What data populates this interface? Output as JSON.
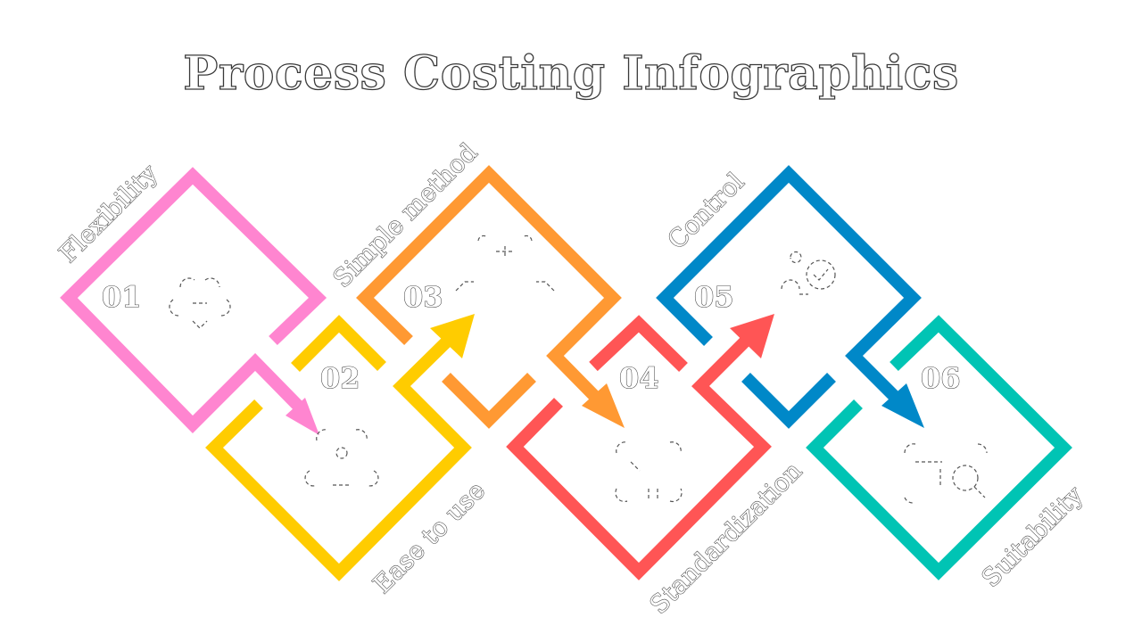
{
  "title": "Process Costing Infographics",
  "steps": [
    {
      "number": "01",
      "label": "Flexibility",
      "color": "#ff85d0",
      "icon": "shapes-icon"
    },
    {
      "number": "02",
      "label": "Ease to use",
      "color": "#ffcc00",
      "icon": "settings-icon"
    },
    {
      "number": "03",
      "label": "Simple method",
      "color": "#ff9933",
      "icon": "network-icon"
    },
    {
      "number": "04",
      "label": "Standardization",
      "color": "#ff5555",
      "icon": "tools-icon"
    },
    {
      "number": "05",
      "label": "Control",
      "color": "#0088c8",
      "icon": "person-check-icon"
    },
    {
      "number": "06",
      "label": "Suitability",
      "color": "#00c4b4",
      "icon": "search-person-icon"
    }
  ]
}
